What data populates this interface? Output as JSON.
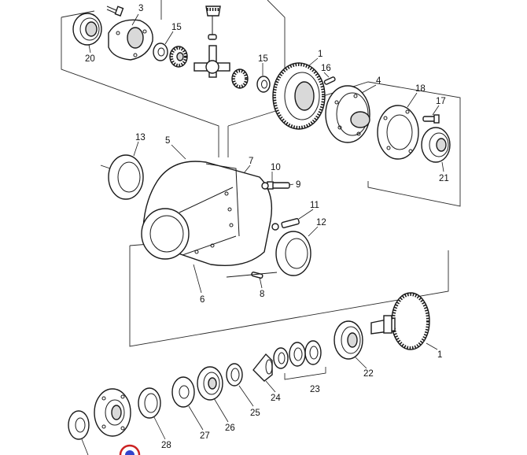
{
  "callouts": {
    "c3": "3",
    "c15a": "15",
    "c20": "20",
    "c1a": "1",
    "c15b": "15",
    "c16": "16",
    "c4": "4",
    "c18": "18",
    "c17": "17",
    "c21": "21",
    "c13": "13",
    "c5": "5",
    "c7": "7",
    "c10": "10",
    "c9": "9",
    "c11": "11",
    "c12": "12",
    "c6": "6",
    "c8": "8",
    "c1b": "1",
    "c22": "22",
    "c23": "23",
    "c24": "24",
    "c25": "25",
    "c26": "26",
    "c27": "27",
    "c28": "28"
  },
  "colors": {
    "line": "#1a1a1a",
    "marker_ring": "#cc2222",
    "marker_fill": "#3344cc"
  }
}
